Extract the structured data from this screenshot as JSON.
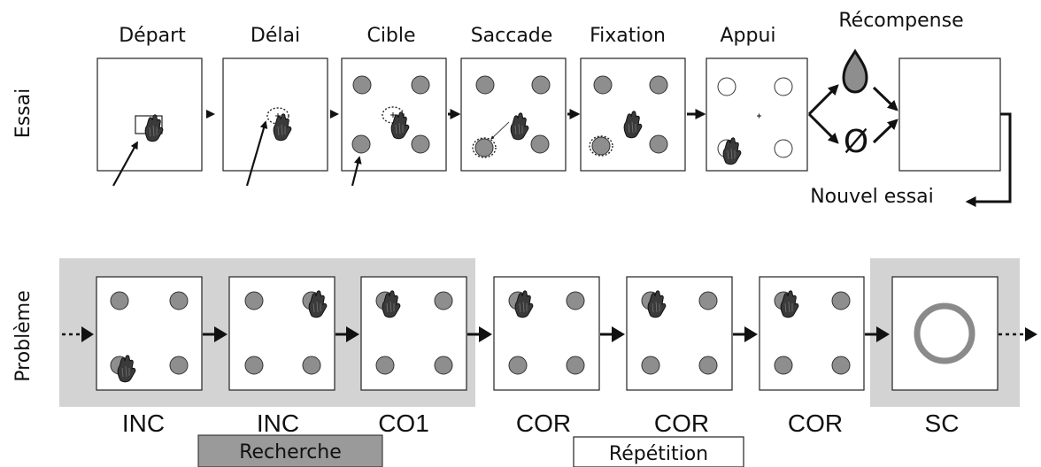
{
  "rows": {
    "trial_label": "Essai",
    "problem_label": "Problème"
  },
  "trial_steps": [
    "Départ",
    "Délai",
    "Cible",
    "Saccade",
    "Fixation",
    "Appui"
  ],
  "reward_label": "Récompense",
  "no_reward_symbol": "Ø",
  "new_trial_label": "Nouvel essai",
  "problem_steps": [
    "INC",
    "INC",
    "CO1",
    "COR",
    "COR",
    "COR",
    "SC"
  ],
  "phases": {
    "search_label": "Recherche",
    "repeat_label": "Répétition"
  },
  "colors": {
    "phase_shade": "#d3d3d3",
    "target": "#8e8e8e",
    "search_box": "#9a9a9a",
    "ring": "#8a8a8a"
  },
  "icons": [
    "hand-icon",
    "arrow-icon",
    "drop-icon",
    "ring-icon"
  ]
}
